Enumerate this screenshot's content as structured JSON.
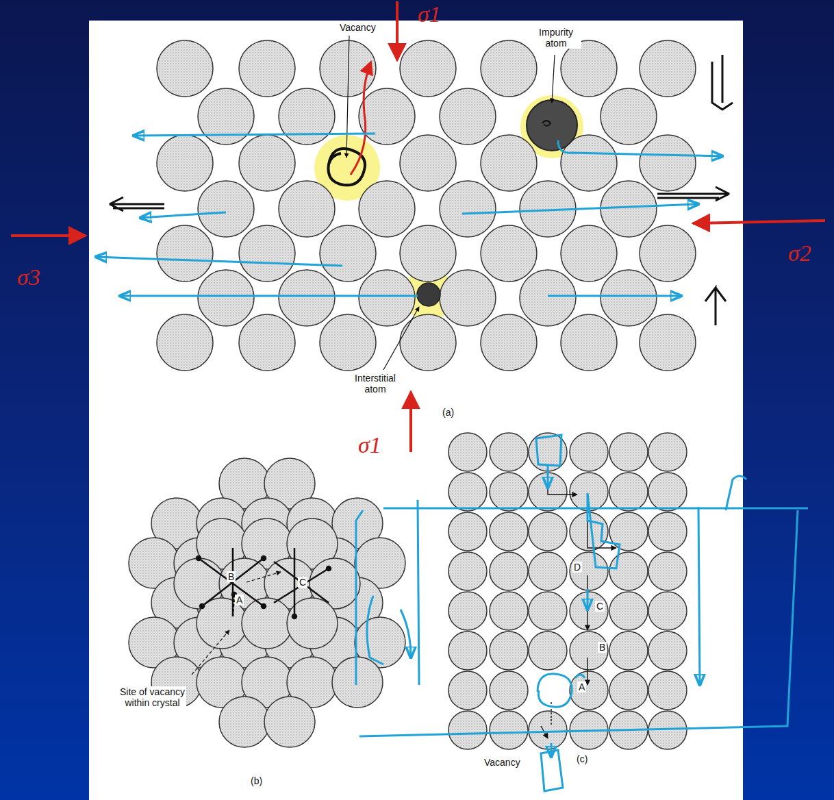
{
  "diagram": {
    "labels": [
      "σ1",
      "Vacancy",
      "Impurity atom",
      "σ3",
      "σ2",
      "Interstitial atom",
      "σ1",
      "(a)",
      "B",
      "A",
      "C",
      "Site of vacancy within crystal",
      "(b)",
      "D",
      "C",
      "B",
      "A",
      "Vacancy",
      "(c)"
    ]
  }
}
